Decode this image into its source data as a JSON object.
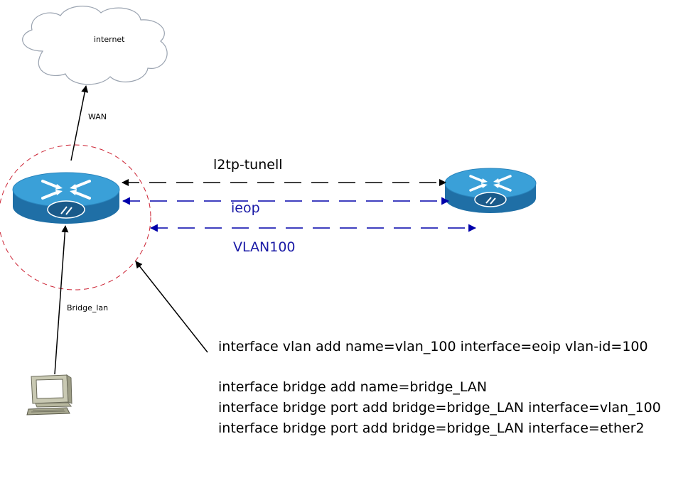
{
  "colors": {
    "tunnel_black": "#000000",
    "tunnel_blue": "#0000aa",
    "label_blue": "#1a1aa6",
    "halo_red": "#cc2233",
    "router_top": "#3aa0d8",
    "router_side": "#1f6fa6",
    "cloud_stroke": "#9aa3b0"
  },
  "labels": {
    "internet": "internet",
    "wan": "WAN",
    "bridge_lan": "Bridge_lan",
    "l2tp": "l2tp-tunell",
    "eoip": "ieop",
    "vlan": "VLAN100"
  },
  "commands": [
    "interface vlan add name=vlan_100 interface=eoip vlan-id=100",
    "interface bridge add name=bridge_LAN",
    "interface bridge port add bridge=bridge_LAN interface=vlan_100",
    "interface bridge port add bridge=bridge_LAN interface=ether2"
  ],
  "icons": {
    "cloud": "cloud-icon",
    "router": "router-icon",
    "workstation": "computer-icon"
  }
}
